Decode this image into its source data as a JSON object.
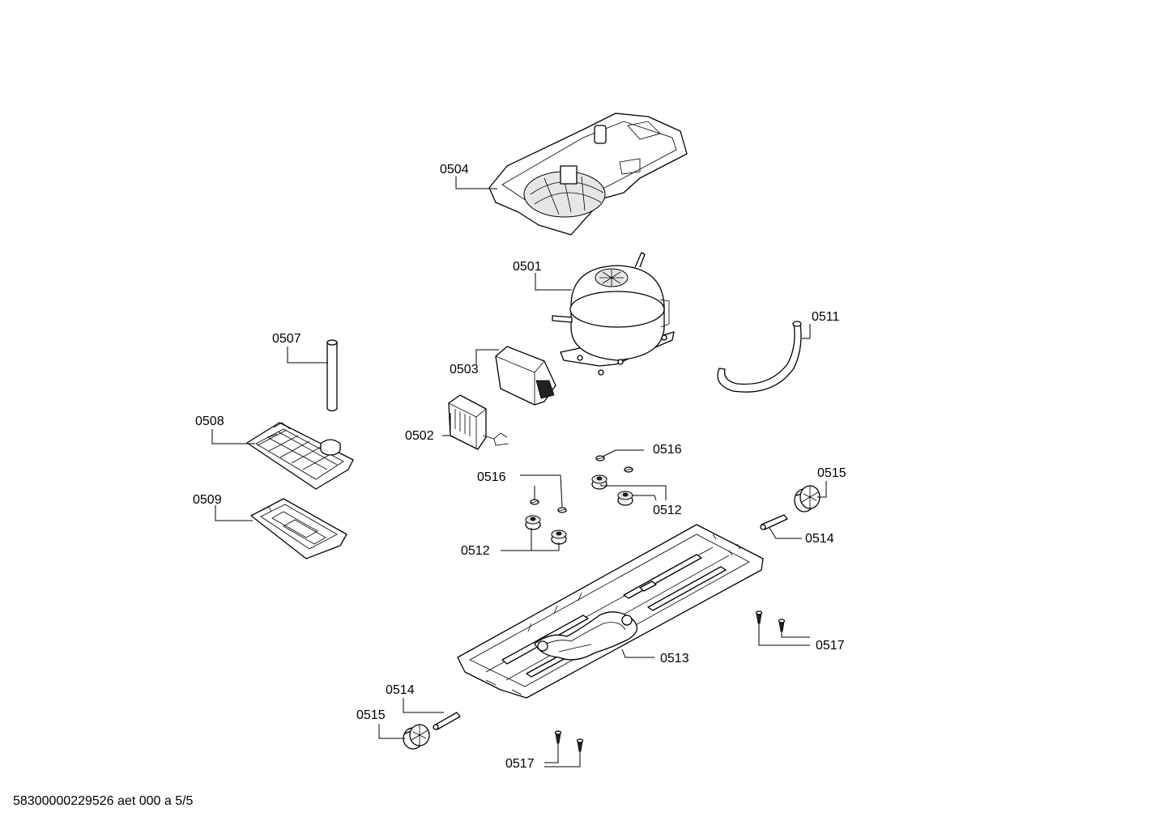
{
  "footer": {
    "doc_id": "58300000229526 aet 000 a 5/5"
  },
  "callouts": {
    "c0504": "0504",
    "c0501": "0501",
    "c0511": "0511",
    "c0507": "0507",
    "c0503": "0503",
    "c0502": "0502",
    "c0508": "0508",
    "c0516a": "0516",
    "c0516b": "0516",
    "c0515a": "0515",
    "c0509": "0509",
    "c0512a": "0512",
    "c0512b": "0512",
    "c0514a": "0514",
    "c0517a": "0517",
    "c0513": "0513",
    "c0514b": "0514",
    "c0515b": "0515",
    "c0517b": "0517"
  }
}
